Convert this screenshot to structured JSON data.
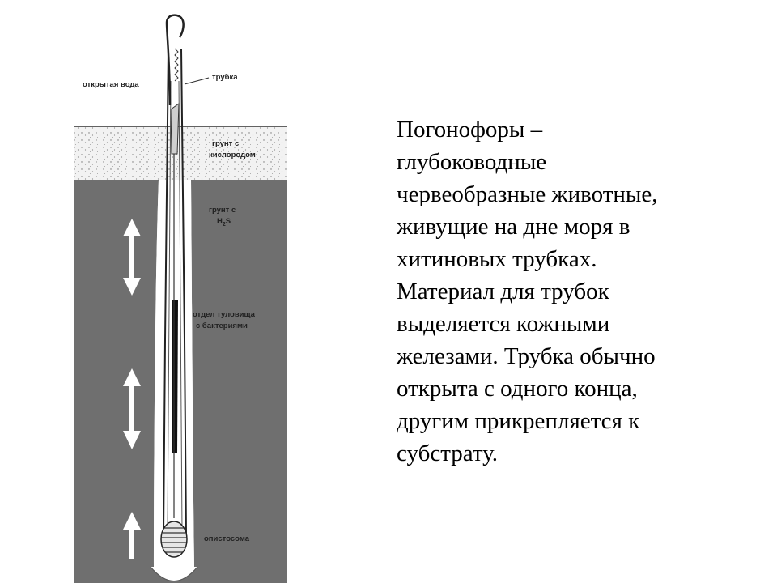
{
  "diagram": {
    "labels": {
      "open_water": "открытая вода",
      "tube": "трубка",
      "oxygen_soil_1": "грунт с",
      "oxygen_soil_2": "кислородом",
      "h2s_soil_1": "грунт с",
      "h2s_soil_2": "H",
      "h2s_soil_sub": "2",
      "h2s_soil_3": "S",
      "trunk_1": "отдел туловища",
      "trunk_2": "с бактериями",
      "opisthosoma": "опистосома"
    }
  },
  "description": {
    "lines": [
      "Погонофоры –",
      "глубоководные",
      "червеобразные животные,",
      "живущие на дне моря в",
      "хитиновых трубках.",
      "Материал для трубок",
      "выделяется кожными",
      "железами. Трубка обычно",
      "открыта с одного конца,",
      "другим прикрепляется к",
      "субстрату."
    ]
  }
}
